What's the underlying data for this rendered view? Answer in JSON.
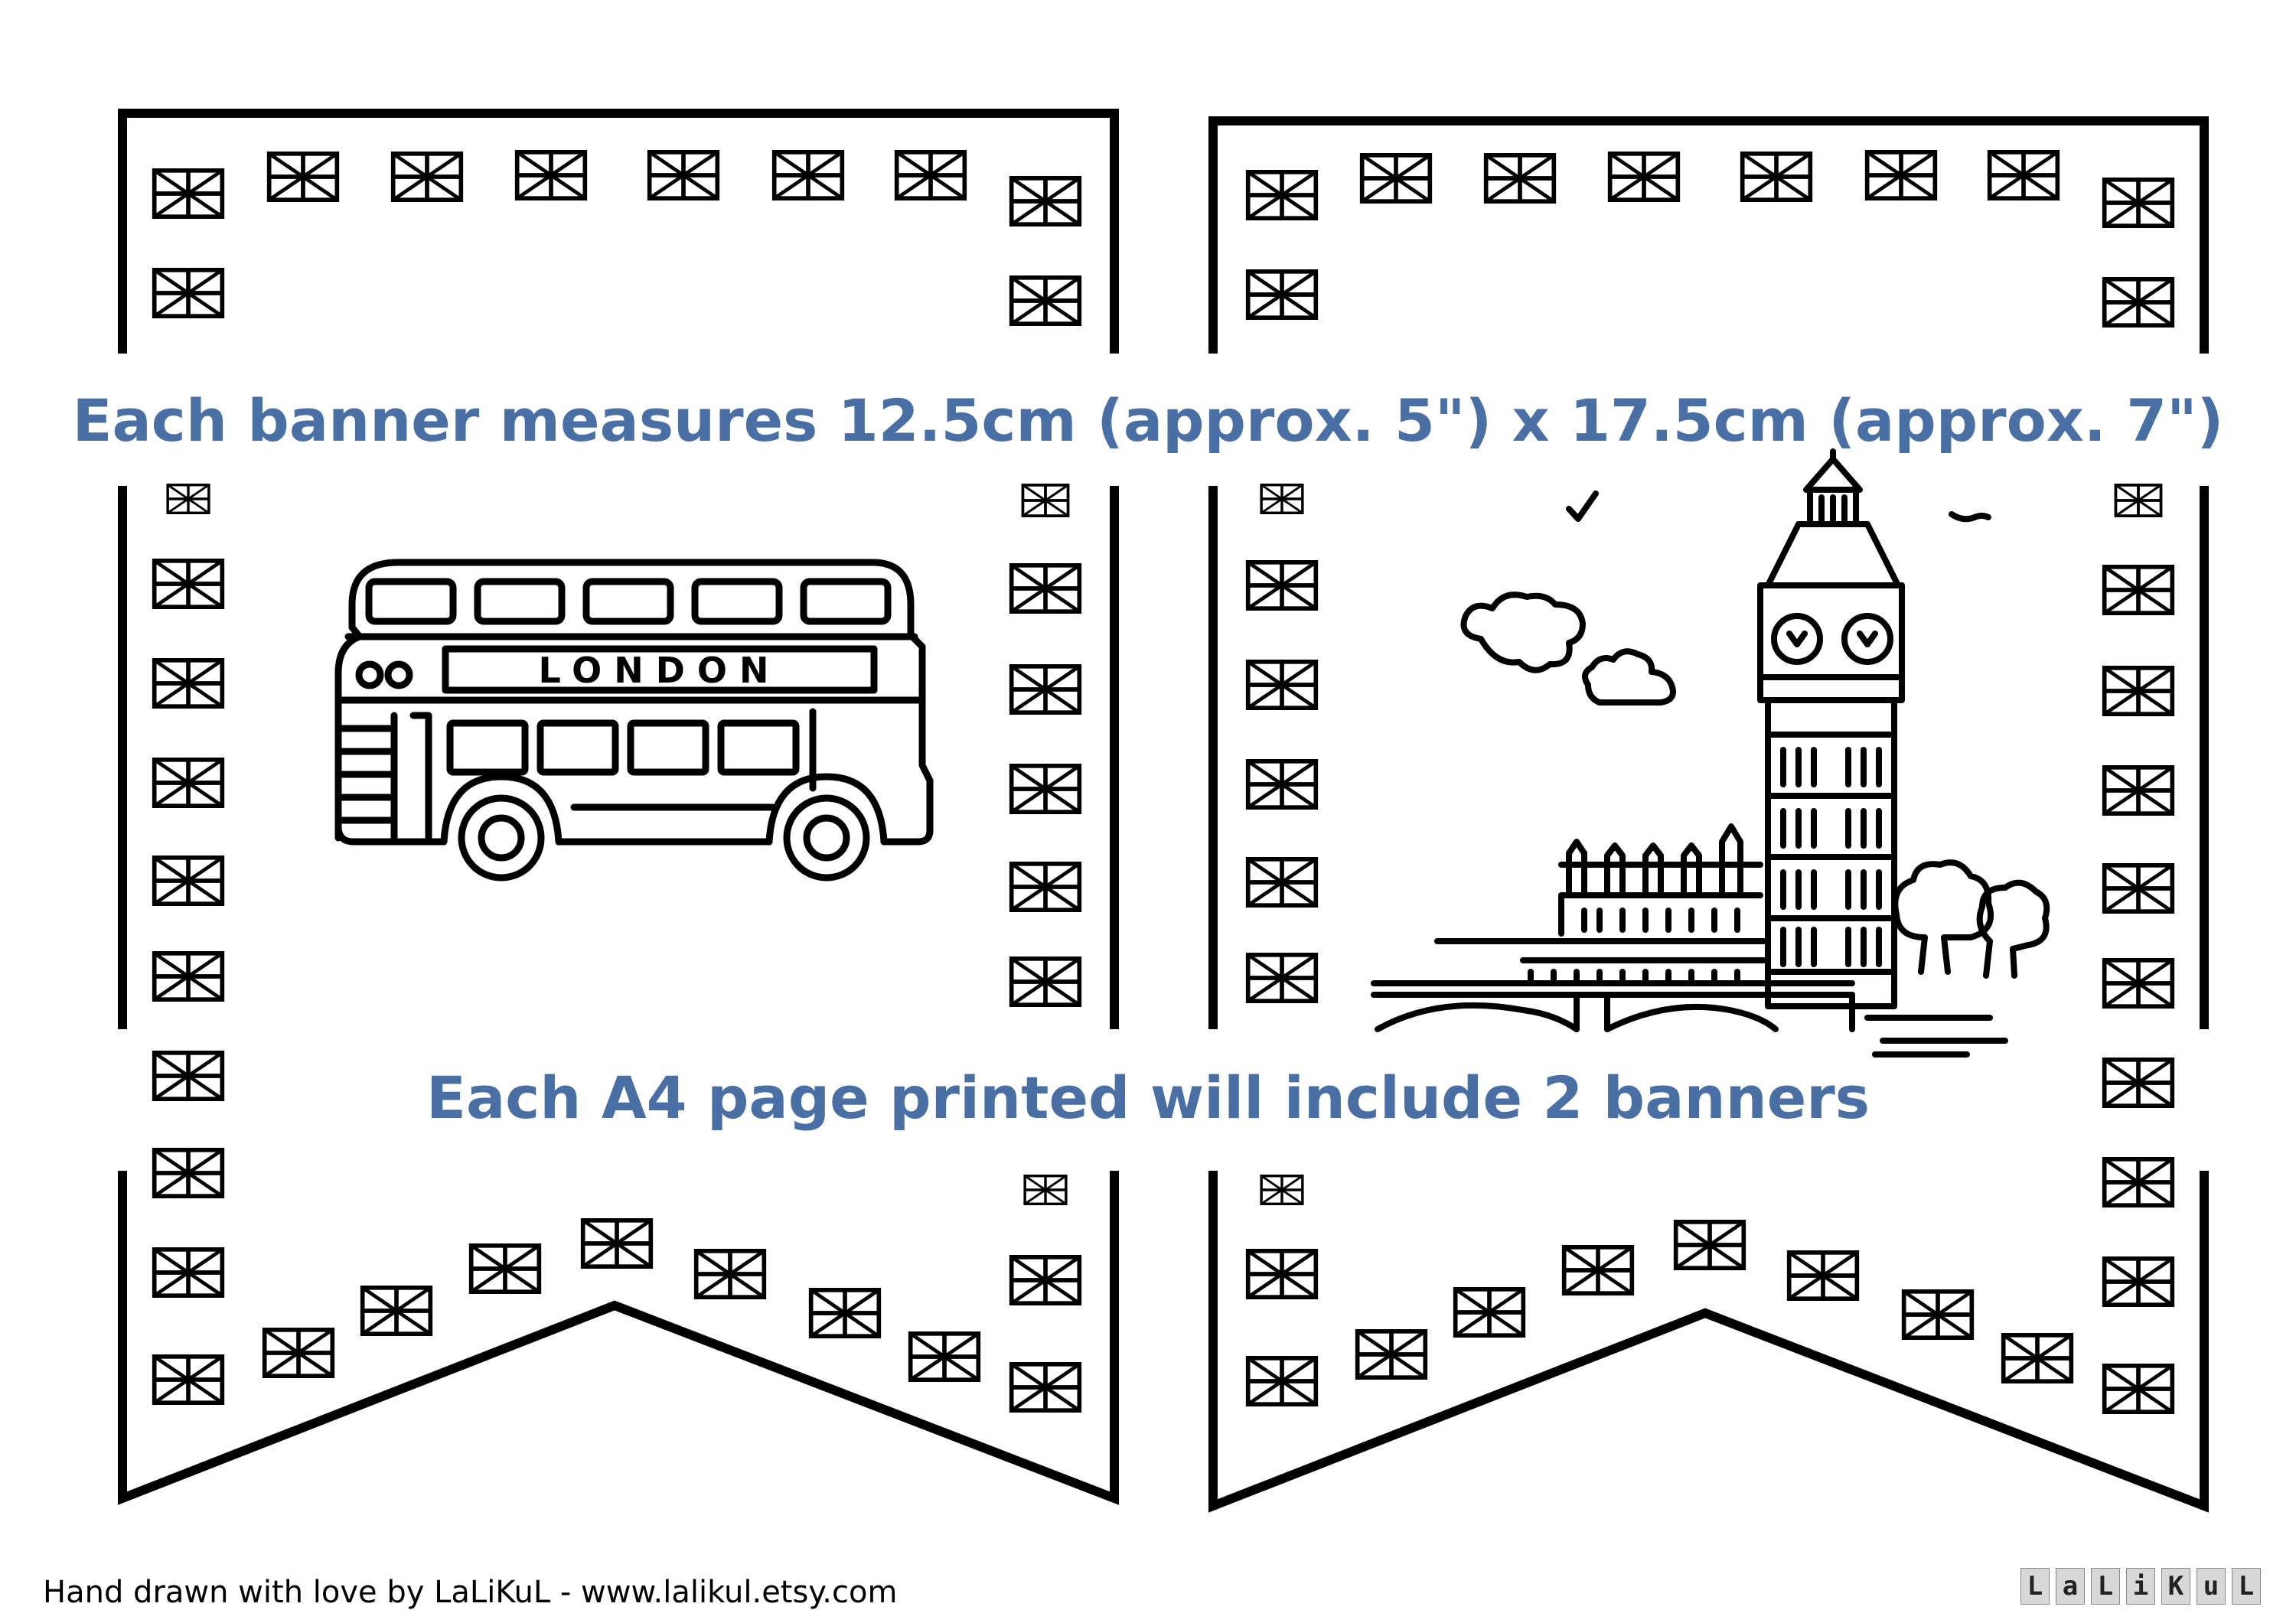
{
  "texts": {
    "measure_line": "Each banner measures 12.5cm (approx. 5\") x 17.5cm (approx. 7\")",
    "page_line": "Each A4 page printed will include 2 banners",
    "credit": "Hand drawn with love by LaLiKuL - www.lalikul.etsy.com"
  },
  "bus": {
    "destination_label": "LONDON"
  },
  "logo": {
    "letters": [
      "L",
      "a",
      "L",
      "i",
      "K",
      "u",
      "L"
    ]
  },
  "colors": {
    "caption": "#4a6fa5",
    "ink": "#000000"
  }
}
